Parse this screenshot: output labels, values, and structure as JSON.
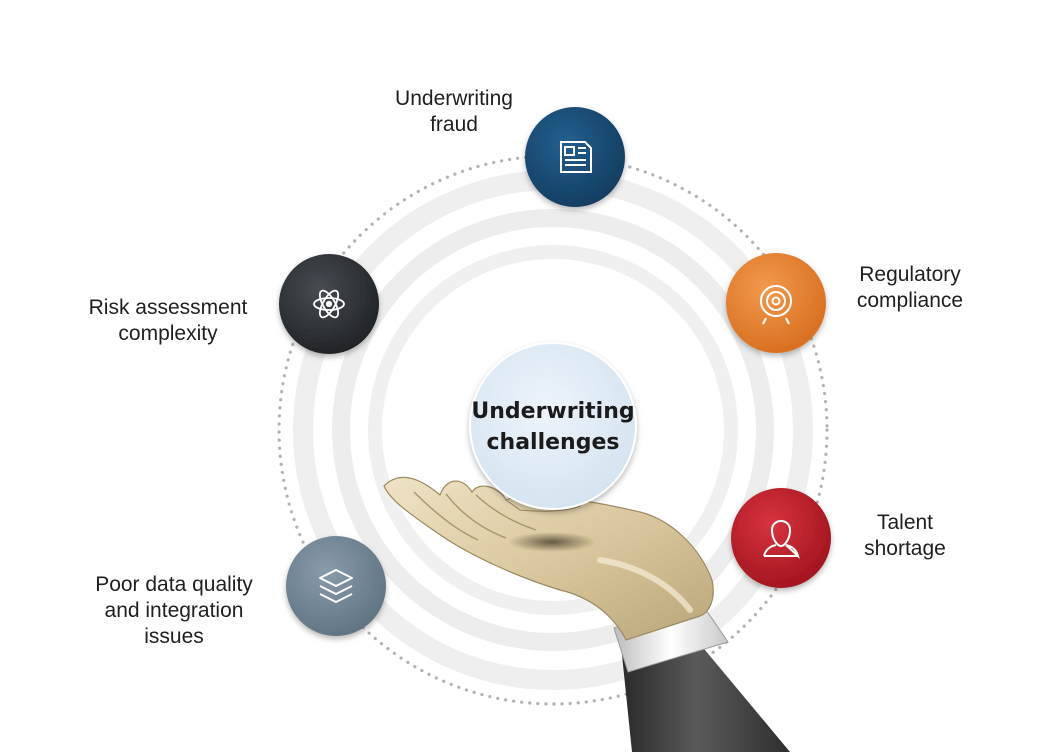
{
  "center": {
    "line1": "Underwriting",
    "line2": "challenges"
  },
  "nodes": [
    {
      "id": "underwriting-fraud",
      "label_lines": [
        "Underwriting",
        "fraud"
      ],
      "color": "#1a4a73",
      "icon": "document-icon"
    },
    {
      "id": "regulatory-compliance",
      "label_lines": [
        "Regulatory",
        "compliance"
      ],
      "color": "#e57f2d",
      "icon": "target-icon"
    },
    {
      "id": "talent-shortage",
      "label_lines": [
        "Talent",
        "shortage"
      ],
      "color": "#bd1e2a",
      "icon": "person-icon"
    },
    {
      "id": "poor-data-quality",
      "label_lines": [
        "Poor data quality",
        "and integration",
        "issues"
      ],
      "color": "#6f8494",
      "icon": "layers-icon"
    },
    {
      "id": "risk-assessment-complexity",
      "label_lines": [
        "Risk assessment",
        "complexity"
      ],
      "color": "#2e3236",
      "icon": "atom-icon"
    }
  ],
  "colors": {
    "center_fill": "#dde9f4",
    "ring": "#ececec",
    "dots": "#b5b5b5",
    "hand": "#d9c7a1",
    "sleeve": "#3a3a3a",
    "cuff": "#e8e8e8"
  }
}
